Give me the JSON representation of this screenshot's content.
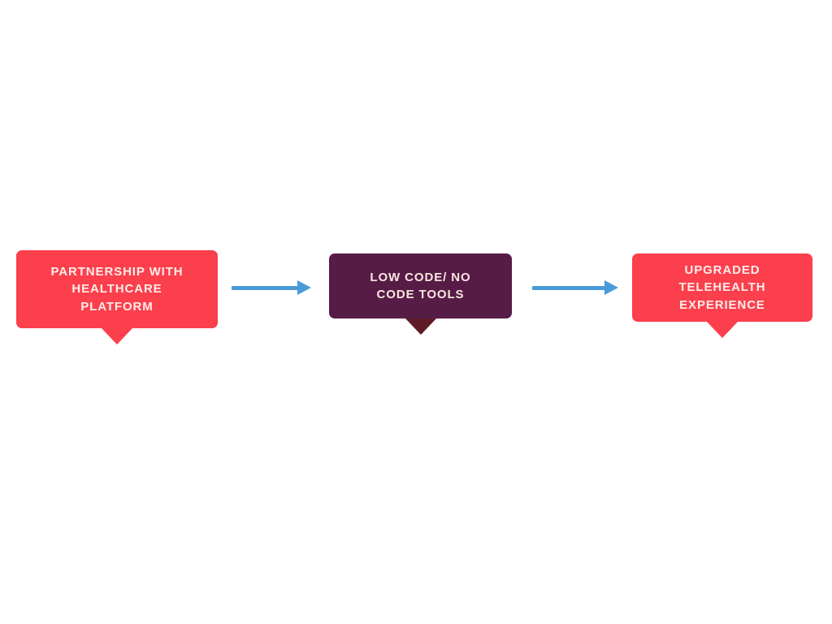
{
  "diagram": {
    "type": "horizontal-process-flow",
    "background_color": "#FFFFFF",
    "steps": [
      {
        "id": "step-1",
        "order": 1,
        "label": "PARTNERSHIP WITH\nHEALTHCARE\nPLATFORM",
        "shape": "speech-bubble",
        "fill_color": "#FC3F4D",
        "tail_color": "#FC3F4D",
        "text_color": "#FDEDEA"
      },
      {
        "id": "step-2",
        "order": 2,
        "label": "LOW CODE/ NO\nCODE TOOLS",
        "shape": "speech-bubble",
        "fill_color": "#561C46",
        "tail_color": "#5E1B26",
        "text_color": "#FAE6DE"
      },
      {
        "id": "step-3",
        "order": 3,
        "label": "UPGRADED\nTELEHEALTH\nEXPERIENCE",
        "shape": "speech-bubble",
        "fill_color": "#FC3F4D",
        "tail_color": "#FC3F4D",
        "text_color": "#FDEDEA"
      }
    ],
    "connectors": [
      {
        "id": "connector-1",
        "from": "step-1",
        "to": "step-2",
        "style": "solid-arrow-right",
        "color": "#499BD7"
      },
      {
        "id": "connector-2",
        "from": "step-2",
        "to": "step-3",
        "style": "solid-arrow-right",
        "color": "#499BD7"
      }
    ]
  }
}
